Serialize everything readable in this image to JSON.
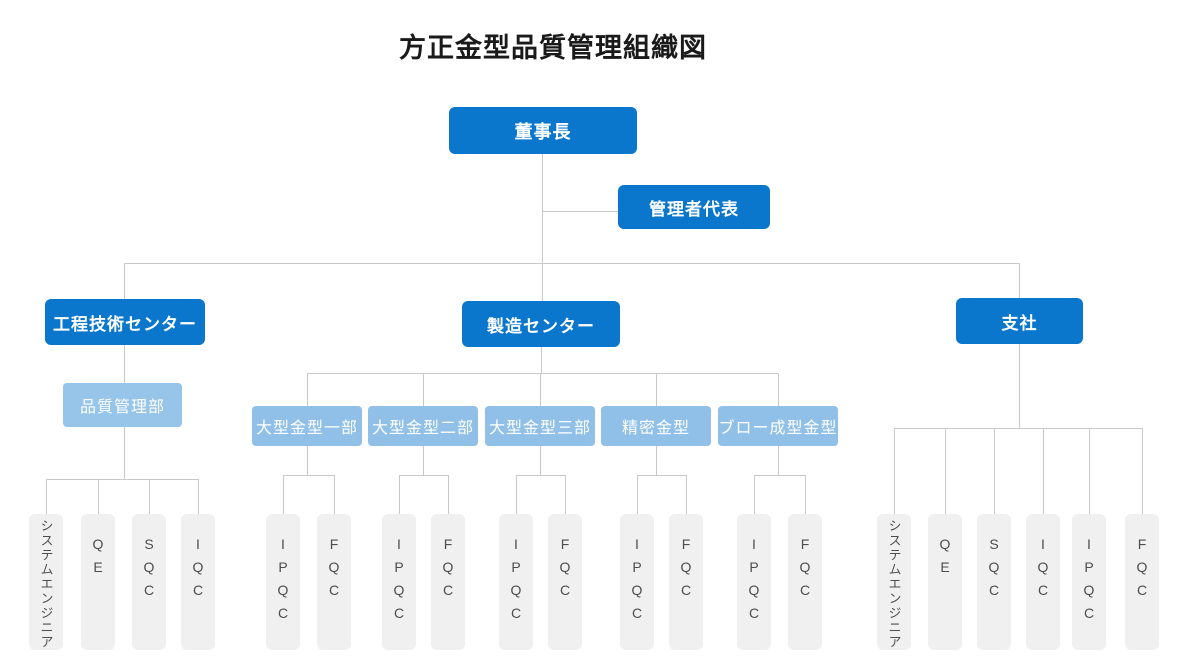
{
  "title": "方正金型品質管理組織図",
  "colors": {
    "primary_blue": "#0a77cd",
    "light_blue": "#90c0e7",
    "leaf_background": "#f0f0f0",
    "leaf_text": "#4d4d4d",
    "connector_line": "#c9c9c9"
  },
  "org": {
    "root": {
      "label": "董事長"
    },
    "representative": {
      "label": "管理者代表"
    },
    "engineering": {
      "label": "工程技術センター",
      "department": {
        "label": "品質管理部"
      },
      "teams": [
        "システムエンジニア",
        "QE",
        "SQC",
        "IQC"
      ]
    },
    "manufacturing": {
      "label": "製造センター",
      "departments": [
        {
          "label": "大型金型一部",
          "teams": [
            "IPQC",
            "FQC"
          ]
        },
        {
          "label": "大型金型二部",
          "teams": [
            "IPQC",
            "FQC"
          ]
        },
        {
          "label": "大型金型三部",
          "teams": [
            "IPQC",
            "FQC"
          ]
        },
        {
          "label": "精密金型",
          "teams": [
            "IPQC",
            "FQC"
          ]
        },
        {
          "label": "ブロー成型金型",
          "teams": [
            "IPQC",
            "FQC"
          ]
        }
      ]
    },
    "branch": {
      "label": "支社",
      "teams": [
        "システムエンジニア",
        "QE",
        "SQC",
        "IQC",
        "IPQC",
        "FQC"
      ]
    }
  }
}
